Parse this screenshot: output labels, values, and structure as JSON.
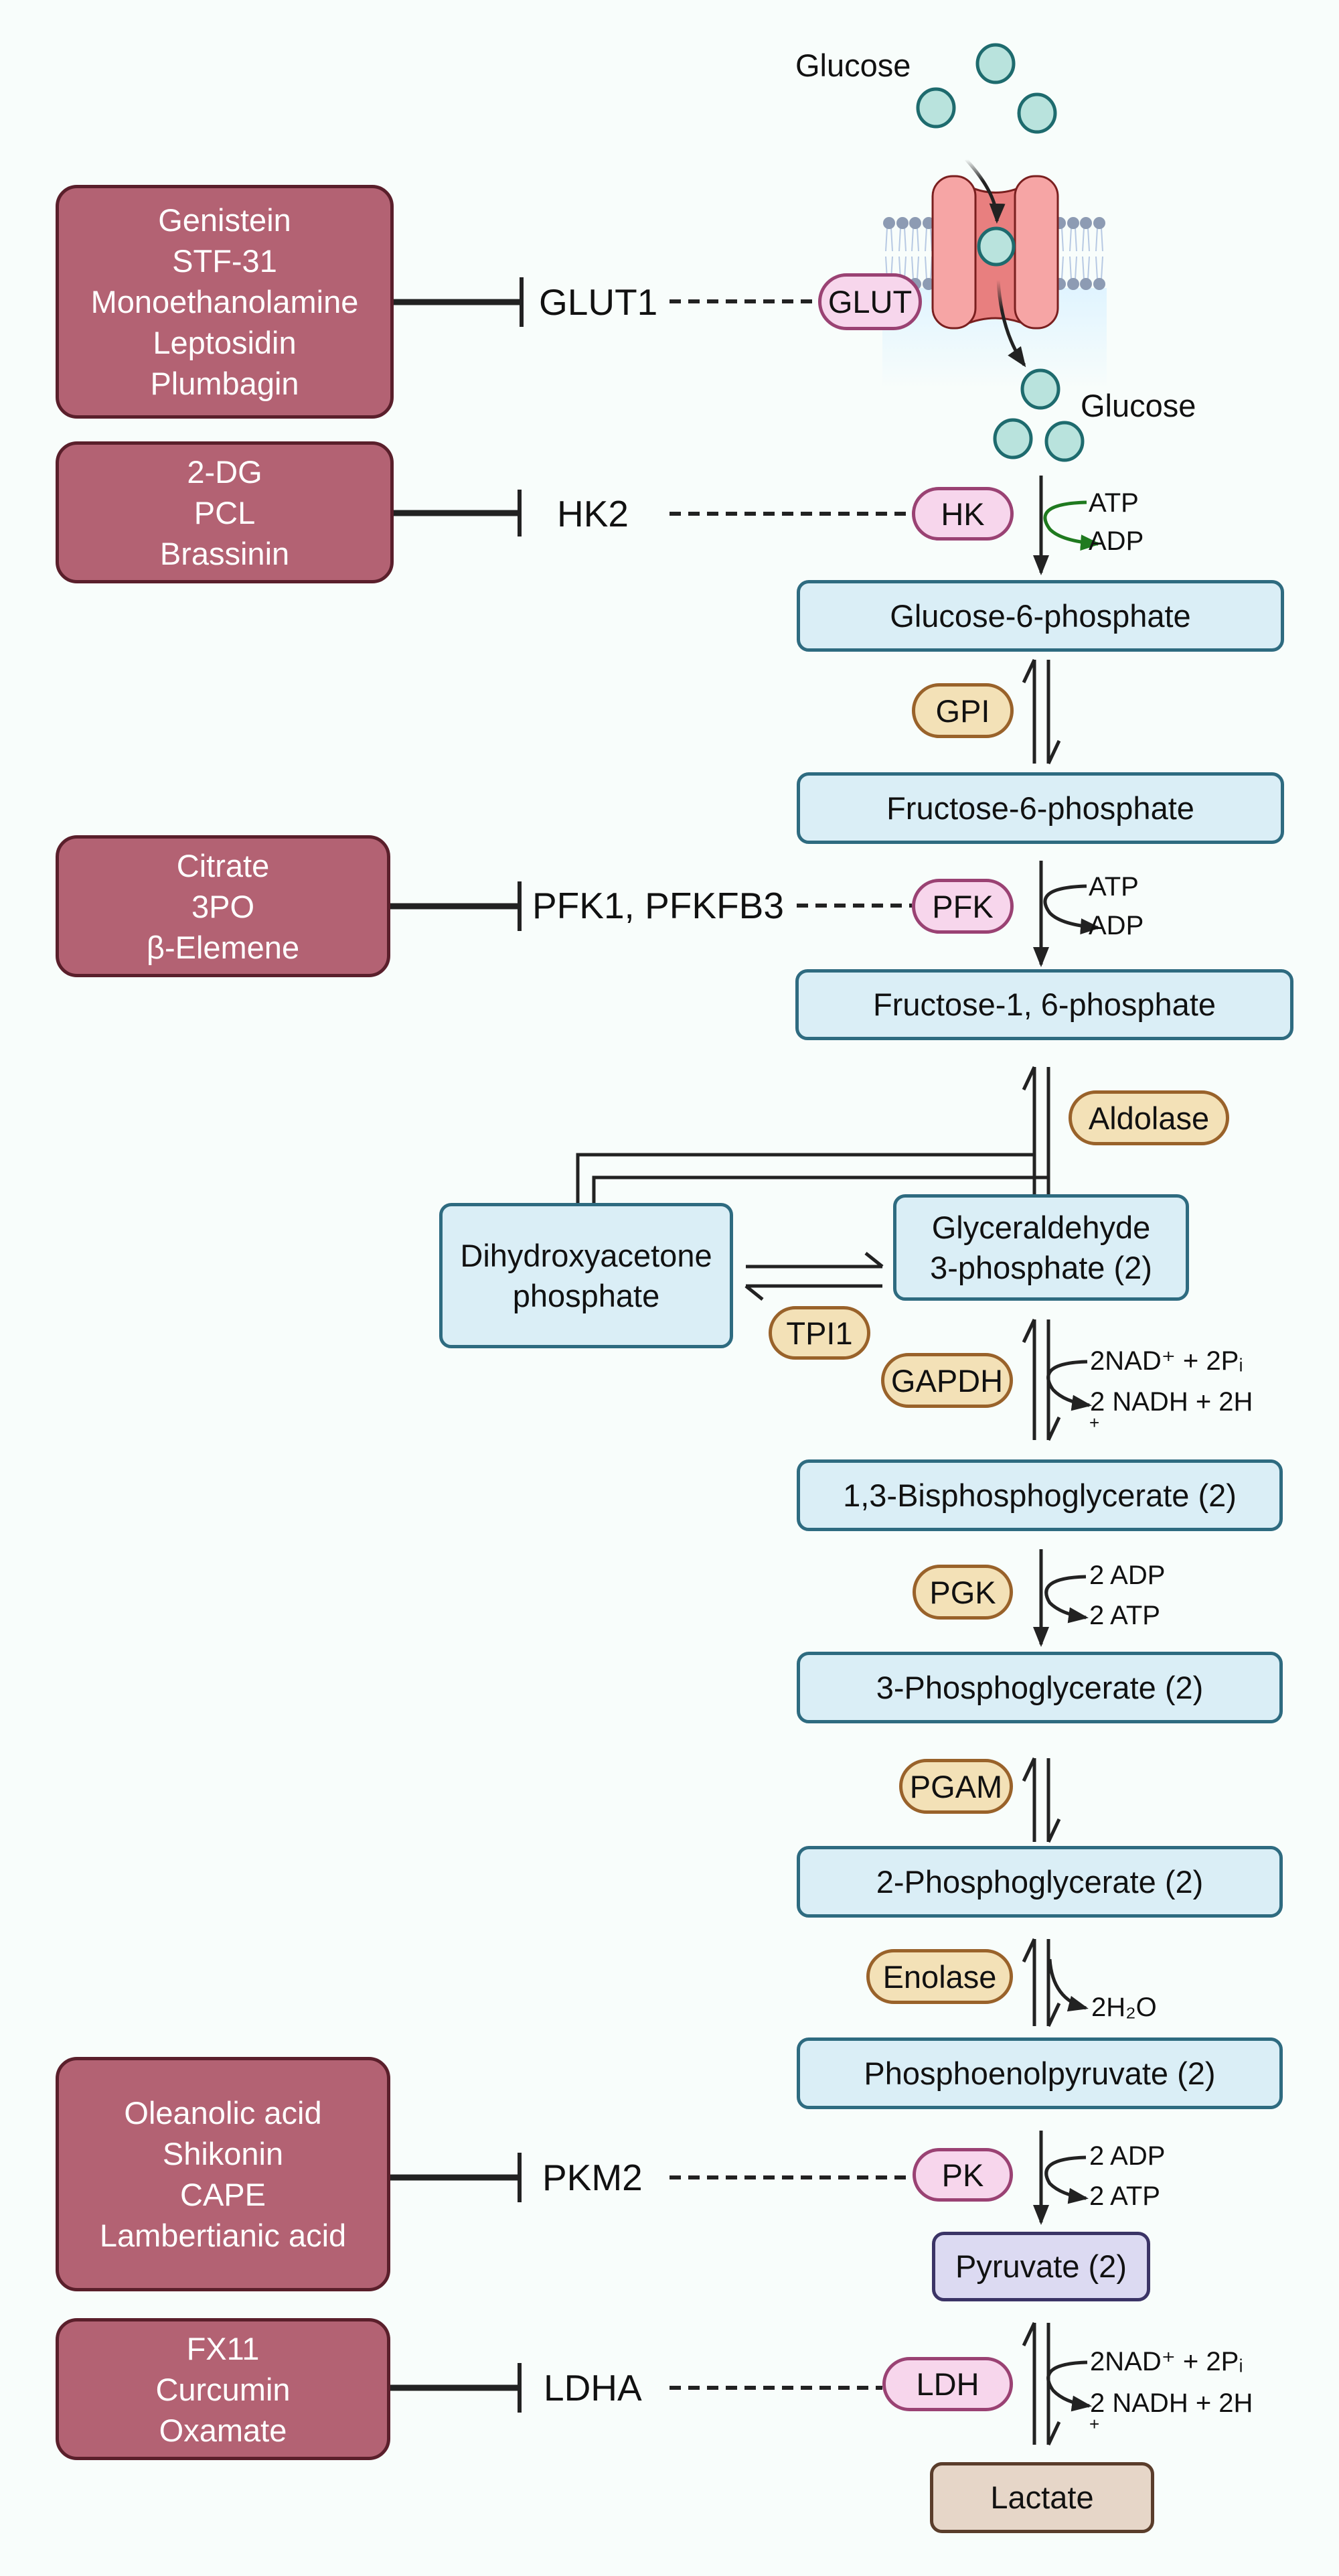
{
  "colors": {
    "background": "#f8fdfb",
    "inhibitor_fill": "#b36273",
    "inhibitor_border": "#5a1f2b",
    "metabolite_fill": "#daeef6",
    "metabolite_border": "#2e6b80",
    "regulated_enzyme_fill": "#f7d6ec",
    "regulated_enzyme_border": "#9a4273",
    "enzyme_fill": "#f3e1b7",
    "enzyme_border": "#99622a",
    "pyruvate_fill": "#dcdaf2",
    "pyruvate_border": "#3b3466",
    "lactate_fill": "#e6d6c8",
    "lactate_border": "#5a3d2b",
    "glucose_fill": "#b9e3dd",
    "glucose_border": "#1e6b6e",
    "transporter_fill": "#f6a5a5",
    "transporter_channel": "#e87f7f",
    "transporter_border": "#7a1f1f",
    "atp_arrow_hk": "#1f7a1f"
  },
  "transport": {
    "glucose_outside_label": "Glucose",
    "glucose_inside_label": "Glucose",
    "transporter_label": "GLUT"
  },
  "inhibitor_groups": [
    {
      "id": "glut1",
      "drugs": [
        "Genistein",
        "STF-31",
        "Monoethanolamine",
        "Leptosidin",
        "Plumbagin"
      ],
      "target": "GLUT1",
      "enzyme": "GLUT"
    },
    {
      "id": "hk2",
      "drugs": [
        "2-DG",
        "PCL",
        "Brassinin"
      ],
      "target": "HK2",
      "enzyme": "HK"
    },
    {
      "id": "pfk",
      "drugs": [
        "Citrate",
        "3PO",
        "β-Elemene"
      ],
      "target": "PFK1, PFKFB3",
      "enzyme": "PFK"
    },
    {
      "id": "pkm2",
      "drugs": [
        "Oleanolic acid",
        "Shikonin",
        "CAPE",
        "Lambertianic acid"
      ],
      "target": "PKM2",
      "enzyme": "PK"
    },
    {
      "id": "ldha",
      "drugs": [
        "FX11",
        "Curcumin",
        "Oxamate"
      ],
      "target": "LDHA",
      "enzyme": "LDH"
    }
  ],
  "metabolites": {
    "g6p": "Glucose-6-phosphate",
    "f6p": "Fructose-6-phosphate",
    "f16bp": "Fructose-1, 6-phosphate",
    "dhap_line1": "Dihydroxyacetone",
    "dhap_line2": "phosphate",
    "ga3p_line1": "Glyceraldehyde",
    "ga3p_line2": "3-phosphate (2)",
    "bpg13": "1,3-Bisphosphoglycerate (2)",
    "pg3": "3-Phosphoglycerate (2)",
    "pg2": "2-Phosphoglycerate (2)",
    "pep": "Phosphoenolpyruvate (2)",
    "pyruvate": "Pyruvate (2)",
    "lactate": "Lactate"
  },
  "enzymes": {
    "hk": "HK",
    "gpi": "GPI",
    "pfk": "PFK",
    "aldolase": "Aldolase",
    "tpi1": "TPI1",
    "gapdh": "GAPDH",
    "pgk": "PGK",
    "pgam": "PGAM",
    "enolase": "Enolase",
    "pk": "PK",
    "ldh": "LDH"
  },
  "cofactors": {
    "hk_in": "ATP",
    "hk_out": "ADP",
    "pfk_in": "ATP",
    "pfk_out": "ADP",
    "gapdh_in": "2NAD⁺ + 2Pᵢ",
    "gapdh_out": "2 NADH + 2H",
    "gapdh_plus": "+",
    "pgk_in": "2 ADP",
    "pgk_out": "2 ATP",
    "enolase_out": "2H₂O",
    "pk_in": "2 ADP",
    "pk_out": "2 ATP",
    "ldh_in": "2NAD⁺ + 2Pᵢ",
    "ldh_out": "2 NADH + 2H",
    "ldh_plus": "+"
  }
}
